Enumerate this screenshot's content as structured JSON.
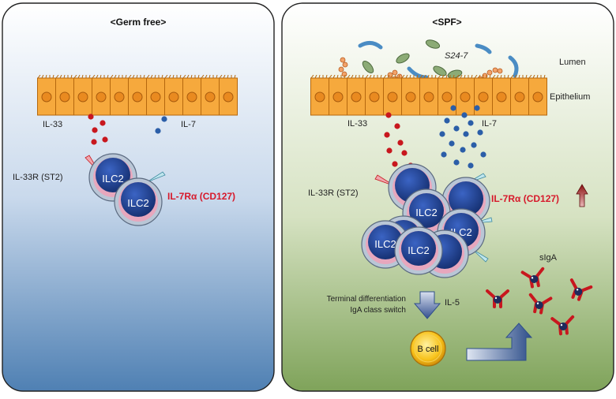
{
  "left_panel": {
    "title": "<Germ free>",
    "il33_label": "IL-33",
    "il7_label": "IL-7",
    "receptor_st2_label": "IL-33R (ST2)",
    "cell_label_1": "ILC2",
    "cell_label_2": "ILC2",
    "receptor_cd127_label": "IL-7Rα (CD127)"
  },
  "right_panel": {
    "title": "<SPF>",
    "bacteria_label": "S24-7",
    "lumen_label": "Lumen",
    "epithelium_label": "Epithelium",
    "il33_label": "IL-33",
    "il7_label": "IL-7",
    "receptor_st2_label": "IL-33R (ST2)",
    "receptor_cd127_label": "IL-7Rα (CD127)",
    "cell_labels": [
      "ILC2",
      "ILC2",
      "ILC2",
      "ILC2"
    ],
    "process_line_1": "Terminal differentiation",
    "process_line_2": "IgA class switch",
    "il5_label": "IL-5",
    "bcell_label": "B cell",
    "siga_label": "sIgA"
  },
  "colors": {
    "il33_dot": "#c8171e",
    "il7_dot": "#2b5ea8",
    "highlight_text": "#d7192b",
    "cell_body": "#1f3f8f",
    "epithelium": "#f4a640",
    "bacteria_blue": "#4a8cc4",
    "bacteria_green": "#7a9a6a",
    "bacteria_orange": "#e0874a"
  }
}
